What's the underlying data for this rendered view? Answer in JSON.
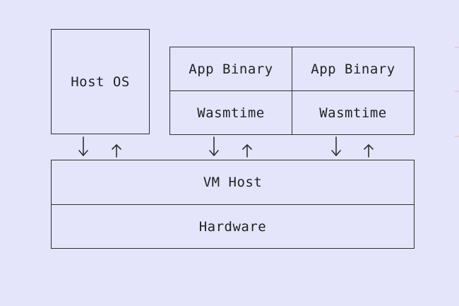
{
  "diagram": {
    "host_os": "Host OS",
    "app_binary_1": "App Binary",
    "app_binary_2": "App Binary",
    "wasmtime_1": "Wasmtime",
    "wasmtime_2": "Wasmtime",
    "vm_host": "VM Host",
    "hardware": "Hardware"
  },
  "colors": {
    "background": "#e4e5fb",
    "stroke": "#2f2f2f",
    "text": "#222222"
  }
}
